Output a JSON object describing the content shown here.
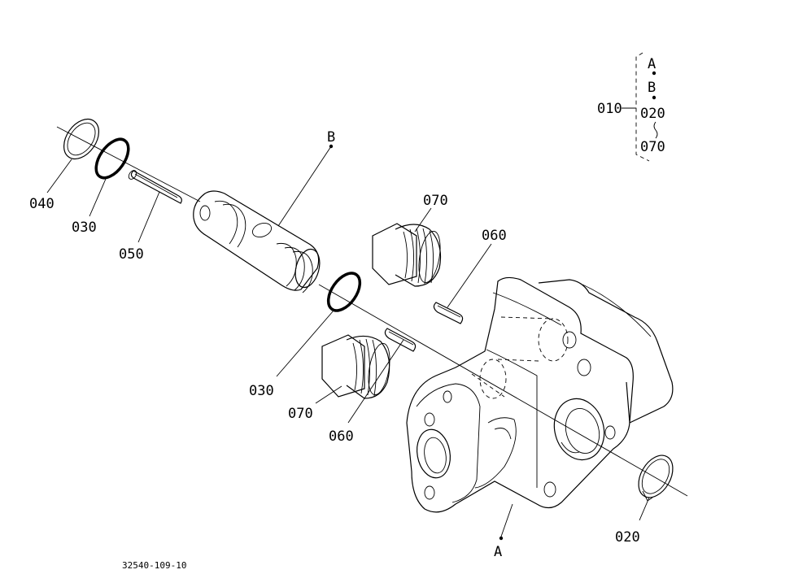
{
  "drawing_number": "32540-109-10",
  "parts": {
    "p010": "010",
    "p020": "020",
    "p030": "030",
    "p040": "040",
    "p050": "050",
    "p060": "060",
    "p070": "070"
  },
  "refs": {
    "a": "A",
    "b": "B"
  },
  "legend": {
    "a": "A",
    "b": "B",
    "c": "020",
    "d": "070",
    "main": "010"
  }
}
